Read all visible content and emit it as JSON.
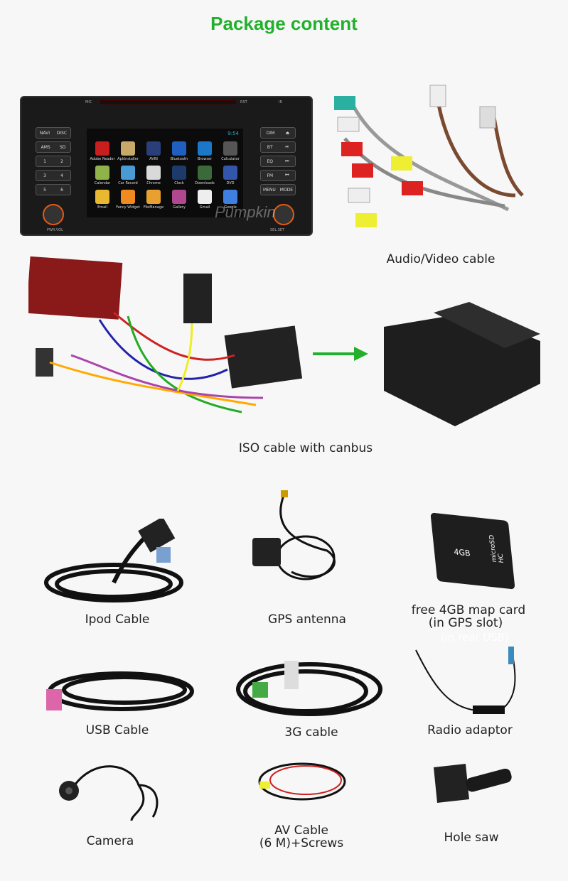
{
  "title": "Package content",
  "head_unit": {
    "left_buttons": [
      [
        "NAVI",
        "DISC"
      ],
      [
        "AMS",
        "SD"
      ],
      [
        "1",
        "2"
      ],
      [
        "3",
        "4"
      ],
      [
        "5",
        "6"
      ]
    ],
    "right_buttons": [
      [
        "DIM",
        "⏏"
      ],
      [
        "BT",
        "⏯"
      ],
      [
        "EQ",
        "⏭"
      ],
      [
        "FM",
        "⏮"
      ],
      [
        "MENU",
        "MODE"
      ]
    ],
    "top_labels": {
      "mic": "MIC",
      "rst": "RST",
      "ir": "IR"
    },
    "bottom_labels": {
      "pwr": "PWR.VOL",
      "sel": "SEL.SET"
    },
    "time": "9:54",
    "apps": [
      {
        "name": "Adobe Reader",
        "color": "#c81e1e"
      },
      {
        "name": "ApkInstaller",
        "color": "#c9a96a"
      },
      {
        "name": "AVIN",
        "color": "#2a3f7a"
      },
      {
        "name": "Bluetooth",
        "color": "#1f5fc0"
      },
      {
        "name": "Browser",
        "color": "#1b78c8"
      },
      {
        "name": "Calculator",
        "color": "#555555"
      },
      {
        "name": "Calendar",
        "color": "#8fb24a"
      },
      {
        "name": "Car Record",
        "color": "#4a9bd4"
      },
      {
        "name": "Chrome",
        "color": "#d9d9d9"
      },
      {
        "name": "Clock",
        "color": "#1e3a6a"
      },
      {
        "name": "Downloads",
        "color": "#3a6a3a"
      },
      {
        "name": "DVD",
        "color": "#3355aa"
      },
      {
        "name": "Email",
        "color": "#e8b830"
      },
      {
        "name": "Fancy Widget",
        "color": "#f08a20"
      },
      {
        "name": "FileManage",
        "color": "#e8a030"
      },
      {
        "name": "Gallery",
        "color": "#b04890"
      },
      {
        "name": "Gmail",
        "color": "#eeeeee"
      },
      {
        "name": "Google",
        "color": "#3f7fe0"
      }
    ],
    "watermark": "Pumpkin"
  },
  "labels": {
    "av_cable": "Audio/Video cable",
    "iso": "ISO cable with canbus",
    "ipod": "Ipod Cable",
    "gps": "GPS antenna",
    "card_line1": "free 4GB map card",
    "card_line2": "(in GPS slot)",
    "card_ghost": "(in rear USB)",
    "usb": "USB Cable",
    "g3": "3G cable",
    "radio": "Radio adaptor",
    "camera": "Camera",
    "avc_line1": "AV Cable",
    "avc_line2": "(6 M)+Screws",
    "holesaw": "Hole saw"
  },
  "sd_card": {
    "capacity": "4GB",
    "brand": "microSD HC"
  },
  "colors": {
    "accent": "#22b02c"
  }
}
